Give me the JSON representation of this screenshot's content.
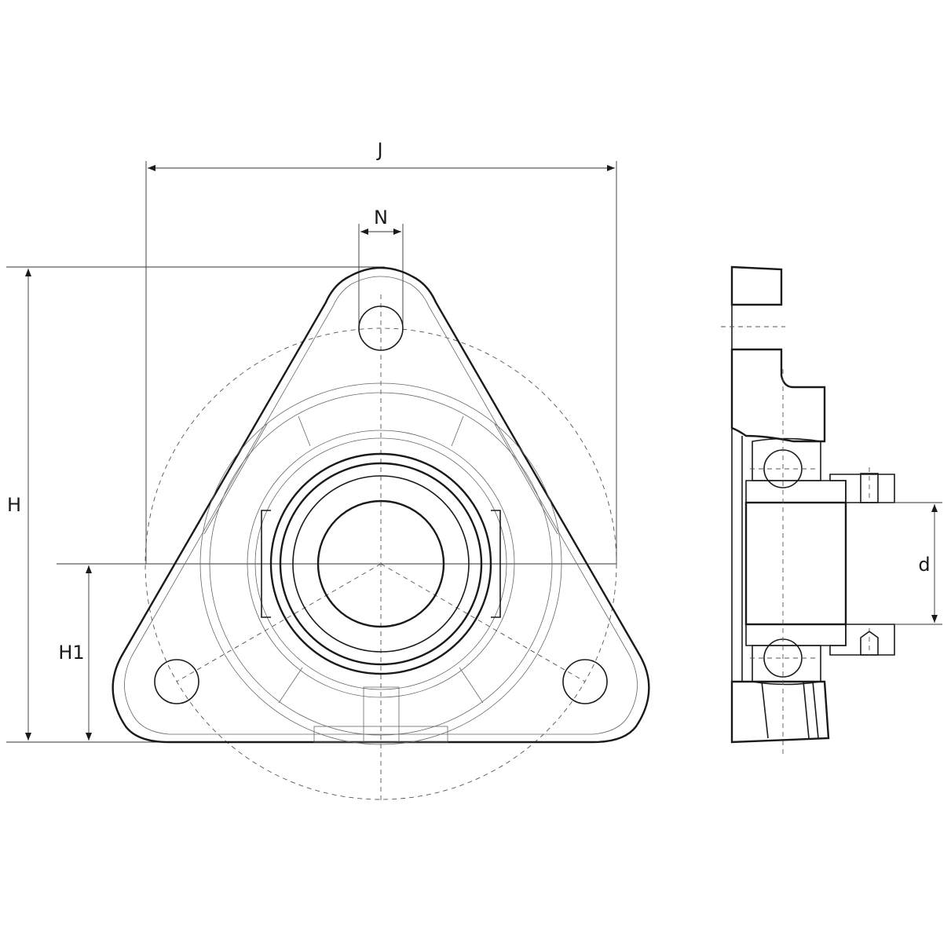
{
  "labels": {
    "J": "J",
    "N": "N",
    "H": "H",
    "H1": "H1",
    "d": "d"
  },
  "colors": {
    "line": "#1a1a1a",
    "background": "#ffffff"
  }
}
